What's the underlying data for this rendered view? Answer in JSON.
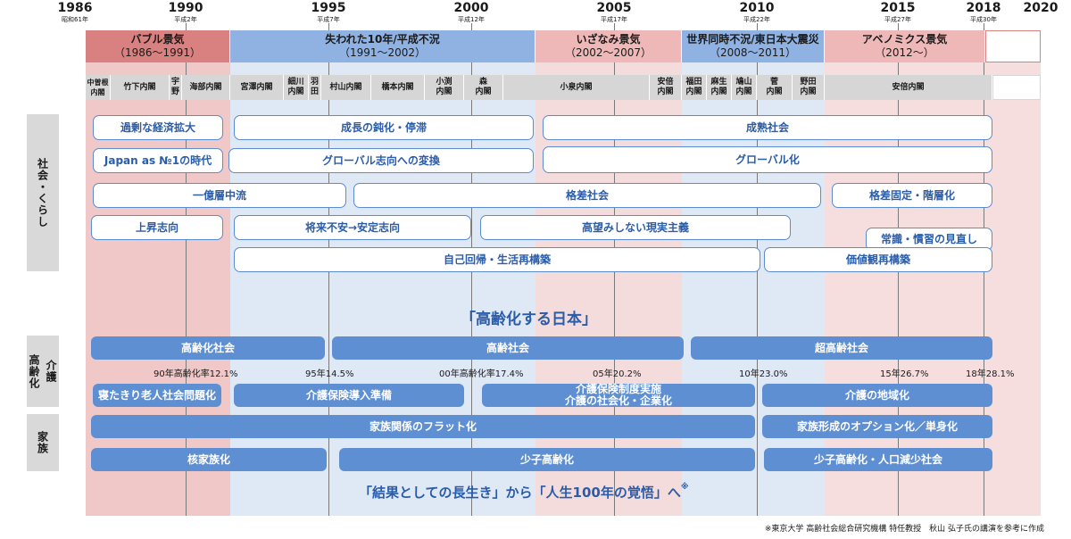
{
  "colors": {
    "pink": "#f0c8c8",
    "pink_dark": "#d98080",
    "blue_light": "#dfe8f5",
    "blue_dark": "#8fb2e3",
    "pill_border": "#5b8bd0",
    "fill_blue": "#5f8fd3",
    "gray": "#d6d6d6"
  },
  "years": [
    {
      "label": "1986",
      "sub": "昭和61年"
    },
    {
      "label": "1990",
      "sub": "平成2年"
    },
    {
      "label": "1995",
      "sub": "平成7年"
    },
    {
      "label": "2000",
      "sub": "平成12年"
    },
    {
      "label": "2005",
      "sub": "平成17年"
    },
    {
      "label": "2010",
      "sub": "平成22年"
    },
    {
      "label": "2015",
      "sub": "平成27年"
    },
    {
      "label": "2018",
      "sub": "平成30年"
    },
    {
      "label": "2020",
      "sub": ""
    }
  ],
  "eras": [
    {
      "title": "バブル景気",
      "period": "（1986～1991）"
    },
    {
      "title": "失われた10年/平成不況",
      "period": "（1991～2002）"
    },
    {
      "title": "いざなみ景気",
      "period": "（2002～2007）"
    },
    {
      "title": "世界同時不況/東日本大震災",
      "period": "（2008～2011）"
    },
    {
      "title": "アベノミクス景気",
      "period": "（2012～）"
    }
  ],
  "cabinets": [
    "中曽根\n内閣",
    "竹下内閣",
    "宇\n野",
    "海部内閣",
    "宮澤内閣",
    "細川\n内閣",
    "羽\n田",
    "村山内閣",
    "橋本内閣",
    "小渕\n内閣",
    "森\n内閣",
    "小泉内閣",
    "安倍\n内閣",
    "福田\n内閣",
    "麻生\n内閣",
    "鳩山\n内閣",
    "菅\n内閣",
    "野田\n内閣",
    "安倍内閣"
  ],
  "sections": {
    "society": "社会・くらし",
    "aging": "高齢化",
    "aging_sub": "介護",
    "family": "家族"
  },
  "society": [
    "過剰な経済拡大",
    "成長の鈍化・停滞",
    "成熟社会",
    "Japan as №1の時代",
    "グローバル志向への変換",
    "グローバル化",
    "一億層中流",
    "格差社会",
    "格差固定・階層化",
    "上昇志向",
    "将来不安→安定志向",
    "高望みしない現実主義",
    "常識・慣習の見直し",
    "自己回帰・生活再構築",
    "価値観再構築"
  ],
  "headline_aging": "「高齢化する日本」",
  "aging": [
    "高齢化社会",
    "高齢社会",
    "超高齢社会"
  ],
  "rates": [
    "90年高齢化率12.1%",
    "95年14.5%",
    "00年高齢化率17.4%",
    "05年20.2%",
    "10年23.0%",
    "15年26.7%",
    "18年28.1%"
  ],
  "care": [
    "寝たきり老人社会問題化",
    "介護保険導入準備",
    "介護保険制度実施\n介護の社会化・企業化",
    "介護の地域化"
  ],
  "family": [
    "家族関係のフラット化",
    "家族形成のオプション化／単身化",
    "核家族化",
    "少子高齢化",
    "少子高齢化・人口減少社会"
  ],
  "headline_bottom": "「結果としての長生き」から「人生100年の覚悟」へ",
  "headline_mark": "※",
  "footnote": "※東京大学 高齢社会総合研究機構 特任教授　秋山 弘子氏の講演を参考に作成"
}
